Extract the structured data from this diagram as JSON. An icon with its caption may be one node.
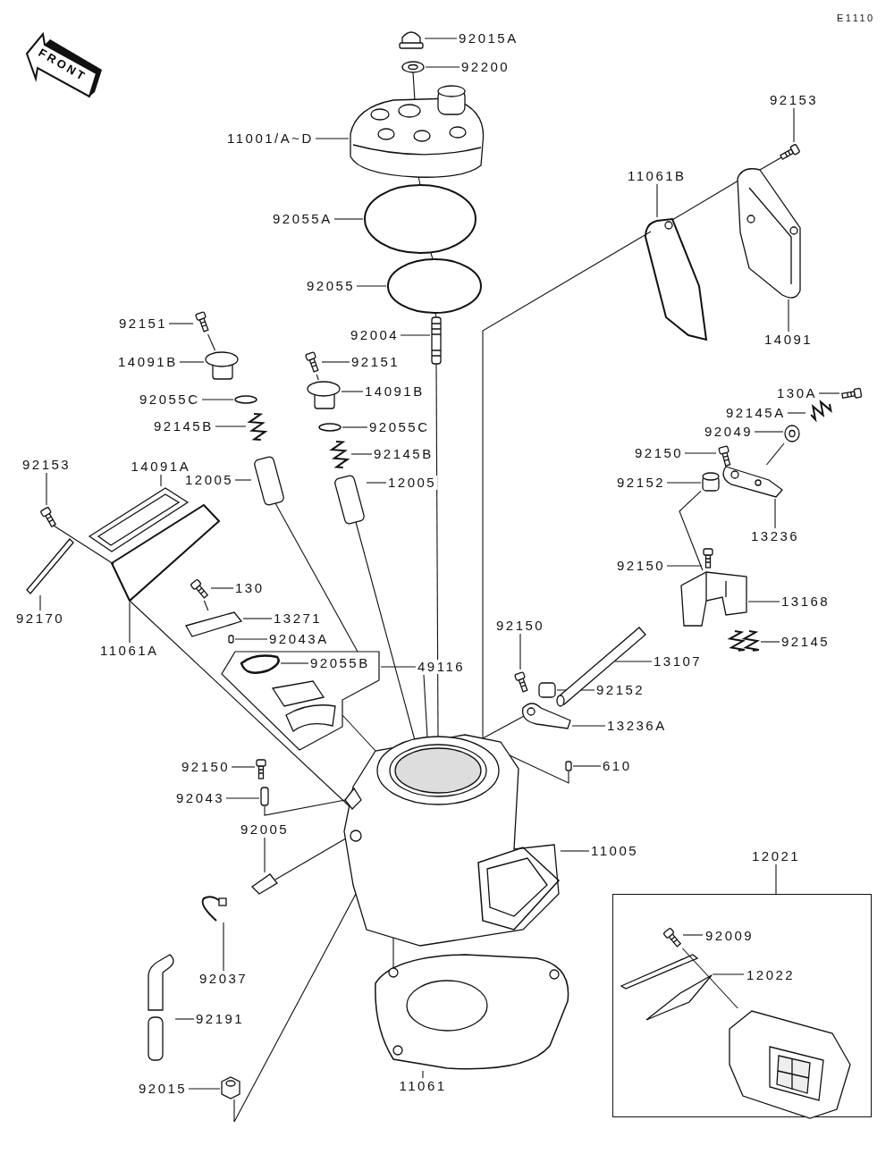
{
  "diagram": {
    "nodes": [
      {
        "text": [
          "92015A"
        ]
      },
      {
        "text": [
          "92200"
        ]
      },
      {
        "text": [
          "11001/A~D"
        ]
      },
      {
        "text": [
          "92055A"
        ]
      },
      {
        "text": [
          "92055"
        ]
      },
      {
        "text": [
          "92004"
        ]
      },
      {
        "text": [
          "92151"
        ]
      },
      {
        "text": [
          "14091B"
        ]
      },
      {
        "text": [
          "92055C"
        ]
      },
      {
        "text": [
          "92145B"
        ]
      },
      {
        "text": [
          "12005"
        ]
      },
      {
        "text": [
          "92151"
        ]
      },
      {
        "text": [
          "14091B"
        ]
      },
      {
        "text": [
          "92055C"
        ]
      },
      {
        "text": [
          "92145B"
        ]
      },
      {
        "text": [
          "12005"
        ]
      },
      {
        "text": [
          "92153"
        ]
      },
      {
        "text": [
          "11061B"
        ]
      },
      {
        "text": [
          "14091"
        ]
      },
      {
        "text": [
          "130A"
        ]
      },
      {
        "text": [
          "92145A"
        ]
      },
      {
        "text": [
          "92049"
        ]
      },
      {
        "text": [
          "92150"
        ]
      },
      {
        "text": [
          "92152"
        ]
      },
      {
        "text": [
          "13236"
        ]
      },
      {
        "text": [
          "92150"
        ]
      },
      {
        "text": [
          "13168"
        ]
      },
      {
        "text": [
          "92145"
        ]
      },
      {
        "text": [
          "92150"
        ]
      },
      {
        "text": [
          "13107"
        ]
      },
      {
        "text": [
          "92152"
        ]
      },
      {
        "text": [
          "13236A"
        ]
      },
      {
        "text": [
          "610"
        ]
      },
      {
        "text": [
          "11005"
        ]
      },
      {
        "text": [
          "92153"
        ]
      },
      {
        "text": [
          "14091A"
        ]
      },
      {
        "text": [
          "92170"
        ]
      },
      {
        "text": [
          "11061A"
        ]
      },
      {
        "text": [
          "130"
        ]
      },
      {
        "text": [
          "13271"
        ]
      },
      {
        "text": [
          "92043A"
        ]
      },
      {
        "text": [],
        "shape": "box"
      },
      {
        "text": [
          "92055B"
        ],
        "in": 41
      },
      {
        "text": [
          "49116"
        ]
      },
      {
        "text": [
          "92150"
        ]
      },
      {
        "text": [
          "92043"
        ]
      },
      {
        "text": [
          "92005"
        ]
      },
      {
        "text": [
          "92037"
        ]
      },
      {
        "text": [
          "92191"
        ]
      },
      {
        "text": [
          "92015"
        ]
      },
      {
        "text": [
          "11061"
        ]
      },
      {
        "text": [
          "12021"
        ]
      },
      {
        "text": [],
        "shape": "box"
      },
      {
        "text": [
          "92009"
        ],
        "in": 52
      },
      {
        "text": [
          "12022"
        ],
        "in": 52
      },
      {
        "text": [],
        "shape": "box"
      },
      {
        "text": [],
        "shape": "picture"
      },
      {
        "text": [],
        "shape": "picture"
      },
      {
        "text": [],
        "shape": "circle"
      },
      {
        "text": [],
        "shape": "circle"
      },
      {
        "text": [],
        "shape": "picture"
      },
      {
        "text": [],
        "shape": "picture"
      },
      {
        "text": [],
        "shape": "cylinder"
      },
      {
        "text": [],
        "shape": "circle"
      },
      {
        "text": [],
        "shape": "picture"
      },
      {
        "text": [],
        "shape": "box"
      },
      {
        "text": [],
        "shape": "picture"
      },
      {
        "text": [],
        "shape": "cylinder"
      },
      {
        "text": [],
        "shape": "circle"
      },
      {
        "text": [],
        "shape": "picture"
      },
      {
        "text": [],
        "shape": "box"
      },
      {
        "text": [],
        "shape": "picture"
      },
      {
        "text": [],
        "shape": "picture"
      },
      {
        "text": [],
        "shape": "picture"
      },
      {
        "text": [],
        "shape": "picture"
      },
      {
        "text": [],
        "shape": "picture"
      },
      {
        "text": [],
        "shape": "picture"
      },
      {
        "text": [],
        "shape": "picture"
      },
      {
        "text": [],
        "shape": "cylinder"
      },
      {
        "text": [],
        "shape": "picture"
      },
      {
        "text": [],
        "shape": "picture"
      },
      {
        "text": [],
        "shape": "picture"
      },
      {
        "text": [],
        "shape": "picture"
      },
      {
        "text": [],
        "shape": "picture"
      },
      {
        "text": [],
        "shape": "picture"
      },
      {
        "text": [],
        "shape": "box"
      },
      {
        "text": [],
        "shape": "picture"
      },
      {
        "text": [],
        "shape": "box"
      },
      {
        "text": [],
        "shape": "picture"
      },
      {
        "text": [],
        "shape": "picture"
      },
      {
        "text": [],
        "shape": "picture"
      },
      {
        "text": [],
        "shape": "bar"
      },
      {
        "text": [],
        "shape": "picture"
      },
      {
        "text": [],
        "shape": "picture"
      },
      {
        "text": [],
        "shape": "picture"
      },
      {
        "text": [],
        "shape": "box"
      },
      {
        "text": [],
        "shape": "circle",
        "in": 41
      },
      {
        "text": [],
        "shape": "picture"
      },
      {
        "text": [],
        "shape": "box"
      },
      {
        "text": [],
        "shape": "box"
      },
      {
        "text": [],
        "shape": "picture"
      },
      {
        "text": [],
        "shape": "picture"
      },
      {
        "text": [],
        "shape": "picture"
      },
      {
        "text": [],
        "shape": "picture"
      },
      {
        "text": [],
        "shape": "picture",
        "in": 52
      },
      {
        "text": [],
        "shape": "picture",
        "in": 52
      },
      {
        "text": [],
        "shape": "picture",
        "in": 52
      },
      {
        "text": [
          "FRONT"
        ]
      }
    ],
    "edges": [
      {
        "from": 0,
        "to": 55,
        "arrow": "none"
      },
      {
        "from": 1,
        "to": 56,
        "arrow": "none"
      },
      {
        "from": 2,
        "to": 57,
        "arrow": "none"
      },
      {
        "from": 3,
        "to": 58,
        "arrow": "none"
      },
      {
        "from": 4,
        "to": 59,
        "arrow": "none"
      },
      {
        "from": 5,
        "to": 60,
        "arrow": "none"
      },
      {
        "from": 6,
        "to": 61,
        "arrow": "none"
      },
      {
        "from": 7,
        "to": 62,
        "arrow": "none"
      },
      {
        "from": 8,
        "to": 63,
        "arrow": "none"
      },
      {
        "from": 9,
        "to": 64,
        "arrow": "none"
      },
      {
        "from": 10,
        "to": 65,
        "arrow": "none"
      },
      {
        "from": 11,
        "to": 66,
        "arrow": "none"
      },
      {
        "from": 12,
        "to": 67,
        "arrow": "none"
      },
      {
        "from": 13,
        "to": 68,
        "arrow": "none"
      },
      {
        "from": 14,
        "to": 69,
        "arrow": "none"
      },
      {
        "from": 15,
        "to": 70,
        "arrow": "none"
      },
      {
        "from": 16,
        "to": 71,
        "arrow": "none"
      },
      {
        "from": 17,
        "to": 72,
        "arrow": "none"
      },
      {
        "from": 18,
        "to": 73,
        "arrow": "none"
      },
      {
        "from": 19,
        "to": 74,
        "arrow": "none"
      },
      {
        "from": 20,
        "to": 75,
        "arrow": "none"
      },
      {
        "from": 21,
        "to": 76,
        "arrow": "none"
      },
      {
        "from": 22,
        "to": 77,
        "arrow": "none"
      },
      {
        "from": 23,
        "to": 78,
        "arrow": "none"
      },
      {
        "from": 24,
        "to": 79,
        "arrow": "none"
      },
      {
        "from": 25,
        "to": 80,
        "arrow": "none"
      },
      {
        "from": 26,
        "to": 81,
        "arrow": "none"
      },
      {
        "from": 27,
        "to": 82,
        "arrow": "none"
      },
      {
        "from": 28,
        "to": 83,
        "arrow": "none"
      },
      {
        "from": 29,
        "to": 84,
        "arrow": "none"
      },
      {
        "from": 30,
        "to": 85,
        "arrow": "none"
      },
      {
        "from": 31,
        "to": 86,
        "arrow": "none"
      },
      {
        "from": 32,
        "to": 87,
        "arrow": "none"
      },
      {
        "from": 33,
        "to": 88,
        "arrow": "none"
      },
      {
        "from": 34,
        "to": 89,
        "arrow": "none"
      },
      {
        "from": 35,
        "to": 90,
        "arrow": "none"
      },
      {
        "from": 36,
        "to": 91,
        "arrow": "none"
      },
      {
        "from": 37,
        "to": 92,
        "arrow": "none"
      },
      {
        "from": 38,
        "to": 93,
        "arrow": "none"
      },
      {
        "from": 39,
        "to": 94,
        "arrow": "none"
      },
      {
        "from": 40,
        "to": 95,
        "arrow": "none"
      },
      {
        "from": 42,
        "to": 96,
        "arrow": "none"
      },
      {
        "from": 43,
        "to": 41,
        "arrow": "none"
      },
      {
        "from": 43,
        "to": 88,
        "arrow": "none"
      },
      {
        "from": 44,
        "to": 97,
        "arrow": "none"
      },
      {
        "from": 45,
        "to": 98,
        "arrow": "none"
      },
      {
        "from": 46,
        "to": 99,
        "arrow": "none"
      },
      {
        "from": 47,
        "to": 100,
        "arrow": "none"
      },
      {
        "from": 48,
        "to": 101,
        "arrow": "none"
      },
      {
        "from": 49,
        "to": 102,
        "arrow": "none"
      },
      {
        "from": 50,
        "to": 103,
        "arrow": "none"
      },
      {
        "from": 51,
        "to": 52,
        "arrow": "none"
      },
      {
        "from": 53,
        "to": 104,
        "arrow": "none"
      },
      {
        "from": 54,
        "to": 105,
        "arrow": "none"
      },
      {
        "from": 56,
        "to": 57,
        "arrow": "none"
      },
      {
        "from": 57,
        "to": 58,
        "arrow": "none"
      },
      {
        "from": 58,
        "to": 59,
        "arrow": "none"
      },
      {
        "from": 59,
        "to": 60,
        "arrow": "none"
      },
      {
        "from": 60,
        "to": 88,
        "arrow": "none"
      },
      {
        "from": 71,
        "to": 73,
        "arrow": "none"
      },
      {
        "from": 73,
        "to": 72,
        "arrow": "none"
      },
      {
        "from": 72,
        "to": 88,
        "arrow": "none"
      },
      {
        "from": 89,
        "to": 92,
        "arrow": "none"
      },
      {
        "from": 92,
        "to": 88,
        "arrow": "none"
      },
      {
        "from": 65,
        "to": 41,
        "arrow": "none"
      },
      {
        "from": 70,
        "to": 88,
        "arrow": "none"
      },
      {
        "from": 41,
        "to": 88,
        "arrow": "none"
      },
      {
        "from": 61,
        "to": 62,
        "arrow": "none"
      },
      {
        "from": 66,
        "to": 67,
        "arrow": "none"
      },
      {
        "from": 76,
        "to": 79,
        "arrow": "none"
      },
      {
        "from": 78,
        "to": 81,
        "arrow": "none"
      },
      {
        "from": 86,
        "to": 88,
        "arrow": "none"
      },
      {
        "from": 87,
        "to": 88,
        "arrow": "none"
      },
      {
        "from": 99,
        "to": 88,
        "arrow": "none"
      },
      {
        "from": 98,
        "to": 88,
        "arrow": "none"
      },
      {
        "from": 102,
        "to": 88,
        "arrow": "none"
      },
      {
        "from": 103,
        "to": 88,
        "arrow": "none"
      },
      {
        "from": 93,
        "to": 94,
        "arrow": "none"
      },
      {
        "from": 104,
        "to": 106,
        "arrow": "none"
      }
    ],
    "labels": [
      "E1110"
    ]
  }
}
